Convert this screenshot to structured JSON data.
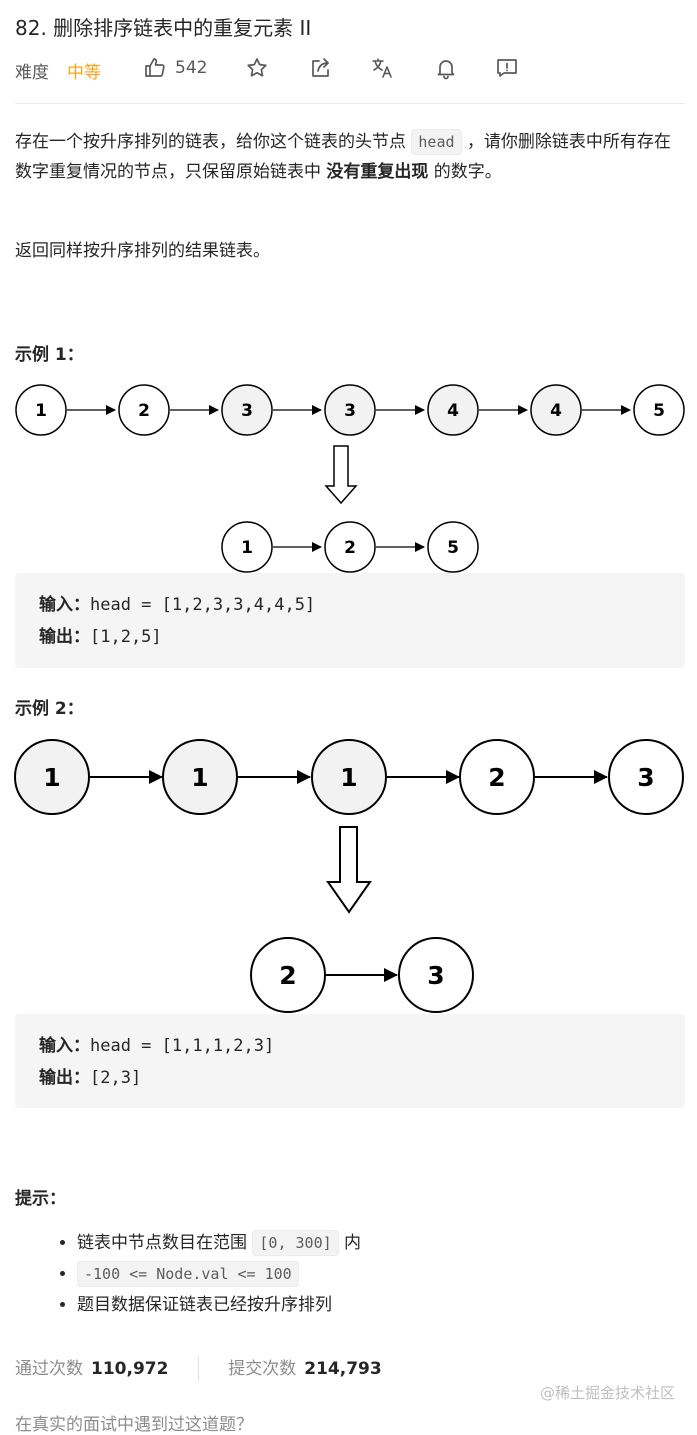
{
  "problem": {
    "title": "82. 删除排序链表中的重复元素 II",
    "difficulty_label": "难度",
    "difficulty": "中等",
    "likes": "542"
  },
  "description": {
    "p1_a": "存在一个按升序排列的链表，给你这个链表的头节点 ",
    "p1_code": "head",
    "p1_b": " ，请你删除链表中所有存在数字重复情况的节点，只保留原始链表中 ",
    "p1_bold": "没有重复出现",
    "p1_c": " 的数字。",
    "p2": "返回同样按升序排列的结果链表。"
  },
  "example1": {
    "heading": "示例 1：",
    "input_label": "输入：",
    "input_value": "head = [1,2,3,3,4,4,5]",
    "output_label": "输出：",
    "output_value": "[1,2,5]",
    "top_nodes": [
      "1",
      "2",
      "3",
      "3",
      "4",
      "4",
      "5"
    ],
    "bottom_nodes": [
      "1",
      "2",
      "5"
    ]
  },
  "example2": {
    "heading": "示例 2：",
    "input_label": "输入：",
    "input_value": "head = [1,1,1,2,3]",
    "output_label": "输出：",
    "output_value": "[2,3]",
    "top_nodes": [
      "1",
      "1",
      "1",
      "2",
      "3"
    ],
    "bottom_nodes": [
      "2",
      "3"
    ]
  },
  "hints": {
    "heading": "提示：",
    "item1_a": "链表中节点数目在范围 ",
    "item1_code": "[0, 300]",
    "item1_b": " 内",
    "item2_code": "-100 <= Node.val <= 100",
    "item3": "题目数据保证链表已经按升序排列"
  },
  "stats": {
    "accepted_label": "通过次数",
    "accepted_value": "110,972",
    "submissions_label": "提交次数",
    "submissions_value": "214,793"
  },
  "watermark": "@稀土掘金技术社区",
  "cutoff_text": "在真实的面试中遇到过这道题？",
  "icons": [
    "thumb-up-icon",
    "star-icon",
    "share-icon",
    "translate-icon",
    "bell-icon",
    "feedback-icon"
  ],
  "colors": {
    "difficulty_medium": "#ffa116",
    "node_duplicate_fill": "#f2f2f2",
    "node_fill": "#ffffff",
    "code_background": "#f5f5f5"
  }
}
